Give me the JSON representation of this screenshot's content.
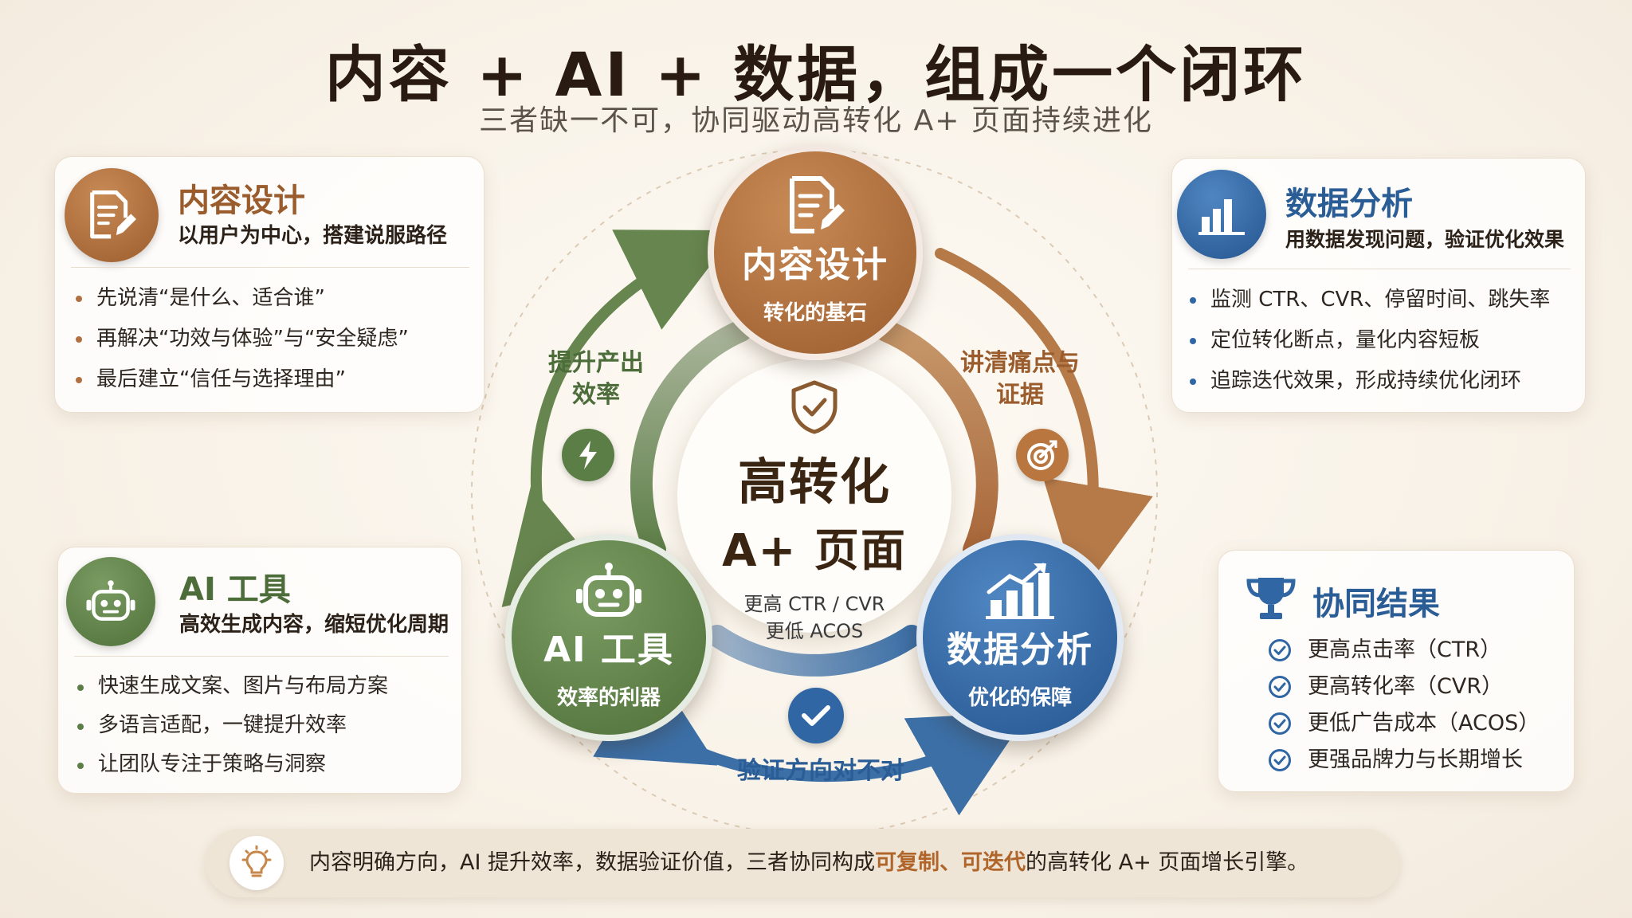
{
  "header": {
    "title": "内容 + AI + 数据，组成一个闭环",
    "subtitle": "三者缺一不可，协同驱动高转化 A+ 页面持续进化"
  },
  "cards": {
    "content": {
      "title": "内容设计",
      "desc": "以用户为中心，搭建说服路径",
      "items": [
        "先说清“是什么、适合谁”",
        "再解决“功效与体验”与“安全疑虑”",
        "最后建立“信任与选择理由”"
      ]
    },
    "data": {
      "title": "数据分析",
      "desc": "用数据发现问题，验证优化效果",
      "items": [
        "监测 CTR、CVR、停留时间、跳失率",
        "定位转化断点，量化内容短板",
        "追踪迭代效果，形成持续优化闭环"
      ]
    },
    "ai": {
      "title": "AI 工具",
      "desc": "高效生成内容，缩短优化周期",
      "items": [
        "快速生成文案、图片与布局方案",
        "多语言适配，一键提升效率",
        "让团队专注于策略与洞察"
      ]
    },
    "result": {
      "title": "协同结果",
      "items": [
        "更高点击率（CTR）",
        "更高转化率（CVR）",
        "更低广告成本（ACOS）",
        "更强品牌力与长期增长"
      ]
    }
  },
  "cycle": {
    "content": {
      "title": "内容设计",
      "sub": "转化的基石"
    },
    "ai": {
      "title": "AI 工具",
      "sub": "效率的利器"
    },
    "data": {
      "title": "数据分析",
      "sub": "优化的保障"
    },
    "center": {
      "line1": "高转化",
      "line2": "A+ 页面",
      "sub1": "更高 CTR / CVR",
      "sub2": "更低 ACOS"
    },
    "labels": {
      "left": "提升产出\n效率",
      "right": "讲清痛点与\n证据",
      "bottom": "验证方向对不对"
    }
  },
  "footer": {
    "before": "内容明确方向，AI 提升效率，数据验证价值，三者协同构成",
    "highlight": "可复制、可迭代",
    "after": "的高转化 A+ 页面增长引擎。"
  },
  "colors": {
    "brown": "#a8673a",
    "green": "#5b7d46",
    "blue": "#2f66a3",
    "highlight": "#b0652a"
  }
}
